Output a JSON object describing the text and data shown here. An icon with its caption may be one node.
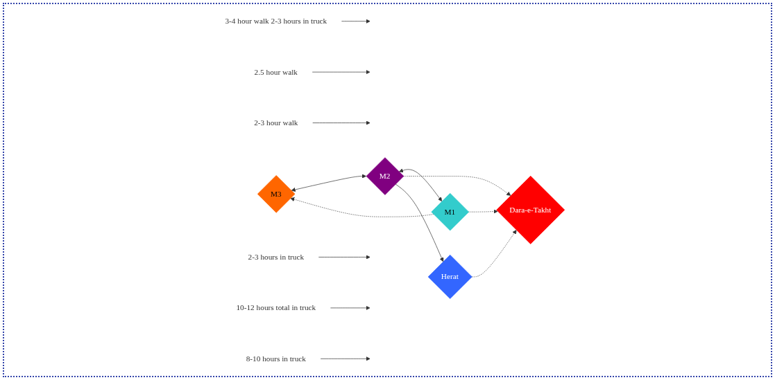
{
  "diagram": {
    "nodes": [
      {
        "text": [
          "Herat"
        ]
      },
      {
        "text": [
          "Dara-e-Takht"
        ]
      },
      {
        "text": [
          "M3"
        ]
      },
      {
        "text": [
          "M1"
        ]
      },
      {
        "text": [
          "M2"
        ]
      },
      {
        "text": [
          "3-4 hour walk 2-3 hours in truck"
        ]
      },
      {
        "text": [
          "2.5 hour walk"
        ]
      },
      {
        "text": [
          "2-3 hour walk"
        ]
      },
      {
        "text": [
          "2-3 hours in truck"
        ]
      },
      {
        "text": [
          "10-12 hours total in truck"
        ]
      },
      {
        "text": [
          "8-10 hours in truck"
        ]
      }
    ],
    "edges": [
      {
        "from": 0,
        "to": 1,
        "arrow": "to",
        "style": "dashed"
      },
      {
        "from": 3,
        "to": 1,
        "arrow": "to",
        "style": "dashed"
      },
      {
        "from": 3,
        "to": 2,
        "arrow": "to",
        "style": "dashed"
      },
      {
        "from": 2,
        "to": 4,
        "arrow": "both"
      },
      {
        "from": 4,
        "to": 3,
        "arrow": "both"
      },
      {
        "from": 4,
        "to": 1,
        "arrow": "to",
        "style": "dashed"
      },
      {
        "from": 4,
        "to": 0,
        "arrow": "to"
      },
      {
        "from": 5,
        "to": null,
        "arrow": "to"
      },
      {
        "from": 6,
        "to": null,
        "arrow": "to"
      },
      {
        "from": 7,
        "to": null,
        "arrow": "to"
      },
      {
        "from": 8,
        "to": null,
        "arrow": "to"
      },
      {
        "from": 9,
        "to": null,
        "arrow": "to"
      },
      {
        "from": 10,
        "to": null,
        "arrow": "to"
      }
    ]
  }
}
